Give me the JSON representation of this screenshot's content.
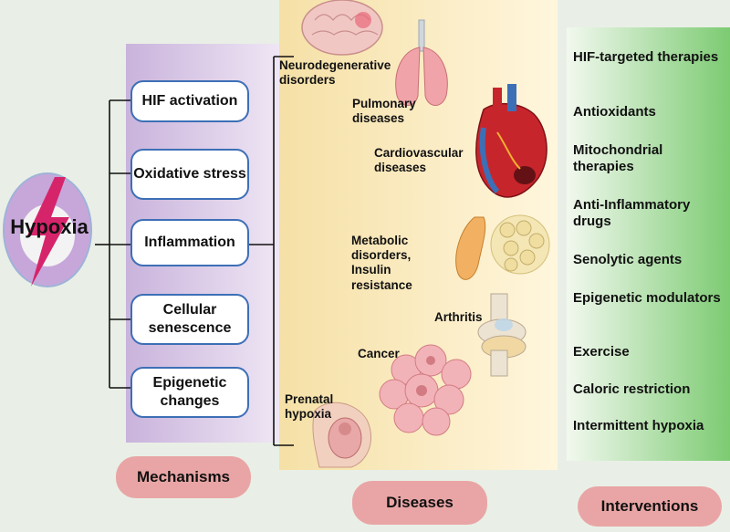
{
  "hypoxia_label": "Hypoxia",
  "mechanisms": {
    "pill": "Mechanisms",
    "items": [
      "HIF activation",
      "Oxidative stress",
      "Inflammation",
      "Cellular senescence",
      "Epigenetic changes"
    ]
  },
  "diseases": {
    "pill": "Diseases",
    "items": [
      "Neurodegenerative disorders",
      "Pulmonary diseases",
      "Cardiovascular diseases",
      "Metabolic disorders, Insulin resistance",
      "Arthritis",
      "Cancer",
      "Prenatal hypoxia"
    ]
  },
  "interventions": {
    "pill": "Interventions",
    "items": [
      "HIF-targeted therapies",
      "Antioxidants",
      "Mitochondrial therapies",
      "Anti-Inflammatory drugs",
      "Senolytic agents",
      "Epigenetic modulators",
      "Exercise",
      "Caloric restriction",
      "Intermittent hypoxia"
    ]
  },
  "colors": {
    "mechanism_panel": "#c9b3dc",
    "disease_panel": "#f5e0a6",
    "intervention_panel": "#7ccb72",
    "pill": "#e9a5a5",
    "box_border": "#3d6fb6",
    "hypoxia_ring": "#c7a7da",
    "bolt": "#d6246b"
  }
}
